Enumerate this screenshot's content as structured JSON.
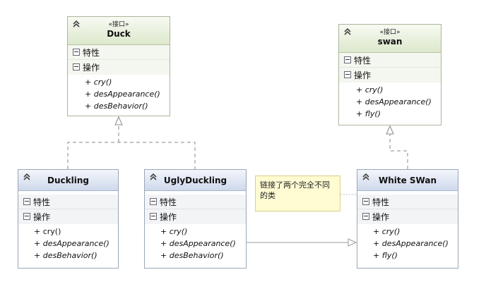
{
  "section_labels": {
    "attributes": "特性",
    "operations": "操作"
  },
  "classes": {
    "duck": {
      "stereotype": "«接口»",
      "name": "Duck",
      "operations": [
        "+ cry()",
        "+ desAppearance()",
        "+ desBehavior()"
      ]
    },
    "swan": {
      "stereotype": "«接口»",
      "name": "swan",
      "operations": [
        "+ cry()",
        "+ desAppearance()",
        "+ fly()"
      ]
    },
    "duckling": {
      "name": "Duckling",
      "operations": [
        "+ cry()",
        "+ desAppearance()",
        "+ desBehavior()"
      ]
    },
    "ugly_duckling": {
      "name": "UglyDuckling",
      "operations": [
        "+ cry()",
        "+ desAppearance()",
        "+ desBehavior()"
      ]
    },
    "white_swan": {
      "name": "White SWan",
      "operations": [
        "+ cry()",
        "+ desAppearance()",
        "+ fly()"
      ]
    }
  },
  "note": {
    "text": "链接了两个完全不同的类"
  },
  "colors": {
    "interface_header": "#dde8cc",
    "class_header": "#cfd9ec",
    "note_fill": "#fffbd2"
  }
}
